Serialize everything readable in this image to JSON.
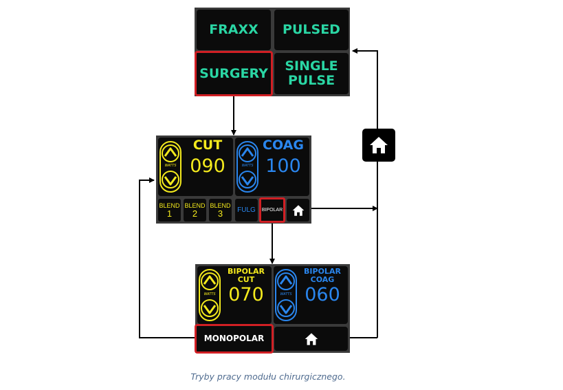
{
  "top_menu": {
    "fraxx": "FRAXX",
    "pulsed": "PULSED",
    "surgery": "SURGERY",
    "single_pulse_line1": "SINGLE",
    "single_pulse_line2": "PULSE"
  },
  "monopolar_screen": {
    "cut_label": "CUT",
    "cut_value": "090",
    "coag_label": "COAG",
    "coag_value": "100",
    "watts": "WATTS",
    "blend_label": "BLEND",
    "blend1_num": "1",
    "blend2_num": "2",
    "blend3_num": "3",
    "fulg": "FULG",
    "bipolar": "BIPOLAR"
  },
  "bipolar_screen": {
    "cut_label_line1": "BIPOLAR",
    "cut_label_line2": "CUT",
    "cut_value": "070",
    "coag_label_line1": "BIPOLAR",
    "coag_label_line2": "COAG",
    "coag_value": "060",
    "watts": "WATTS",
    "monopolar": "MONOPOLAR"
  },
  "icons": [
    "home-icon",
    "chevron-up-icon",
    "chevron-down-icon"
  ],
  "colors": {
    "teal": "#2ad6a4",
    "yellow": "#f4ea1d",
    "blue": "#2a86ee",
    "selected_border": "#d11f24",
    "panel": "#3a3a3a"
  },
  "caption": "Tryby pracy modułu chirurgicznego."
}
